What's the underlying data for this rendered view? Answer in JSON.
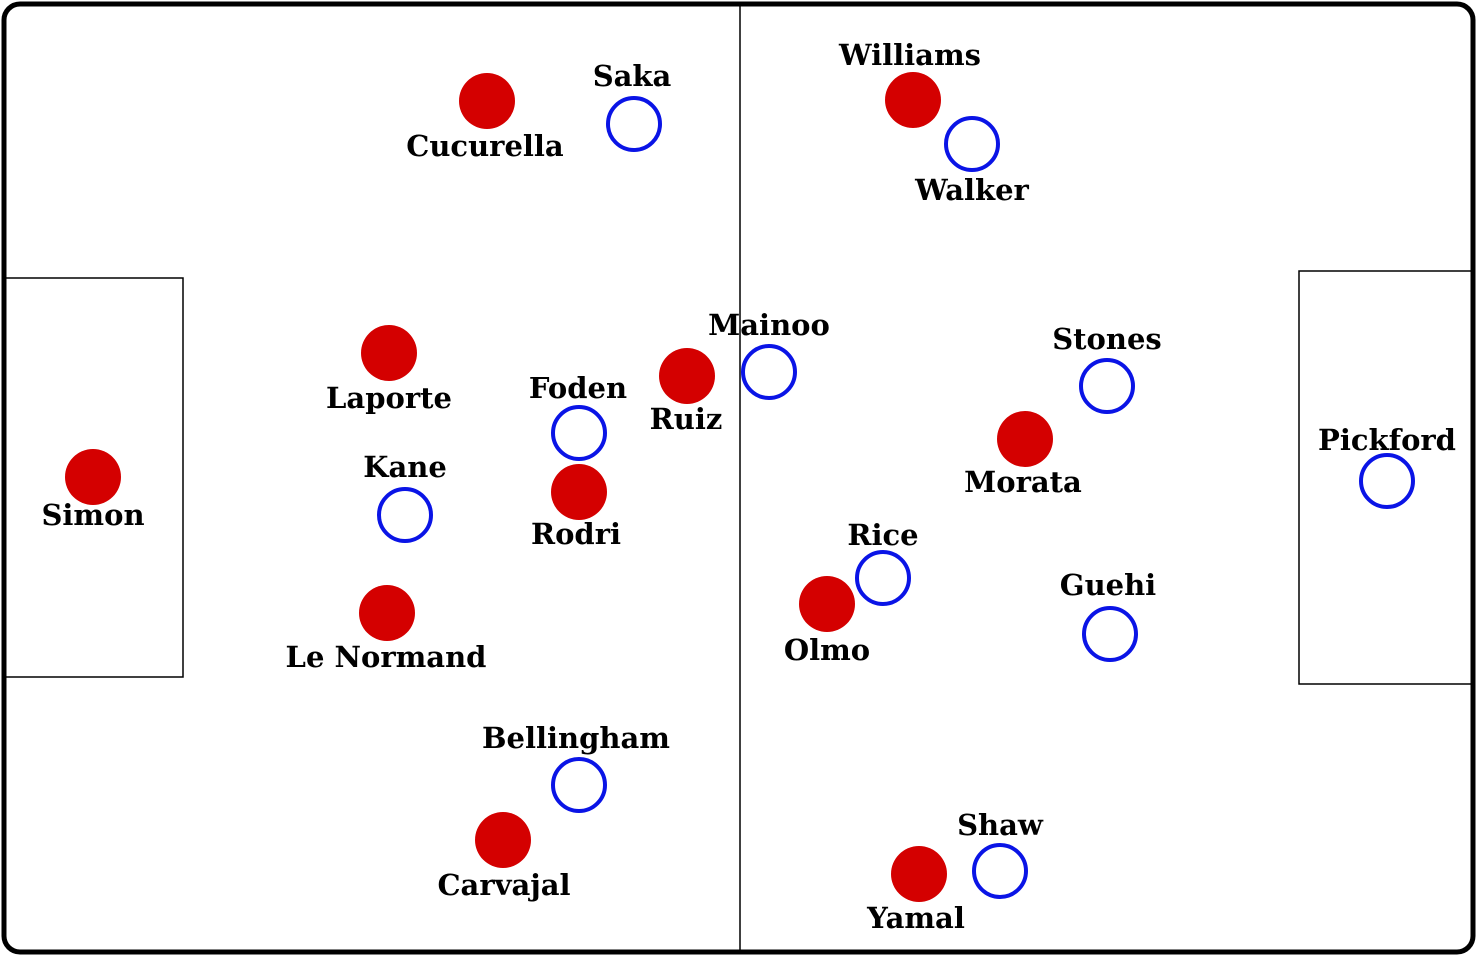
{
  "colors": {
    "team_a": "#d40000",
    "team_b": "#0a14e6",
    "lines": "#000000",
    "background": "#ffffff"
  },
  "players": [
    {
      "id": "simon",
      "name": "Simon",
      "team": "team_a"
    },
    {
      "id": "laporte",
      "name": "Laporte",
      "team": "team_a"
    },
    {
      "id": "le-normand",
      "name": "Le Normand",
      "team": "team_a"
    },
    {
      "id": "cucurella",
      "name": "Cucurella",
      "team": "team_a"
    },
    {
      "id": "carvajal",
      "name": "Carvajal",
      "team": "team_a"
    },
    {
      "id": "rodri",
      "name": "Rodri",
      "team": "team_a"
    },
    {
      "id": "ruiz",
      "name": "Ruiz",
      "team": "team_a"
    },
    {
      "id": "williams",
      "name": "Williams",
      "team": "team_a"
    },
    {
      "id": "morata",
      "name": "Morata",
      "team": "team_a"
    },
    {
      "id": "olmo",
      "name": "Olmo",
      "team": "team_a"
    },
    {
      "id": "yamal",
      "name": "Yamal",
      "team": "team_a"
    },
    {
      "id": "saka",
      "name": "Saka",
      "team": "team_b"
    },
    {
      "id": "kane",
      "name": "Kane",
      "team": "team_b"
    },
    {
      "id": "foden",
      "name": "Foden",
      "team": "team_b"
    },
    {
      "id": "bellingham",
      "name": "Bellingham",
      "team": "team_b"
    },
    {
      "id": "mainoo",
      "name": "Mainoo",
      "team": "team_b"
    },
    {
      "id": "walker",
      "name": "Walker",
      "team": "team_b"
    },
    {
      "id": "stones",
      "name": "Stones",
      "team": "team_b"
    },
    {
      "id": "rice",
      "name": "Rice",
      "team": "team_b"
    },
    {
      "id": "guehi",
      "name": "Guehi",
      "team": "team_b"
    },
    {
      "id": "shaw",
      "name": "Shaw",
      "team": "team_b"
    },
    {
      "id": "pickford",
      "name": "Pickford",
      "team": "team_b"
    }
  ]
}
